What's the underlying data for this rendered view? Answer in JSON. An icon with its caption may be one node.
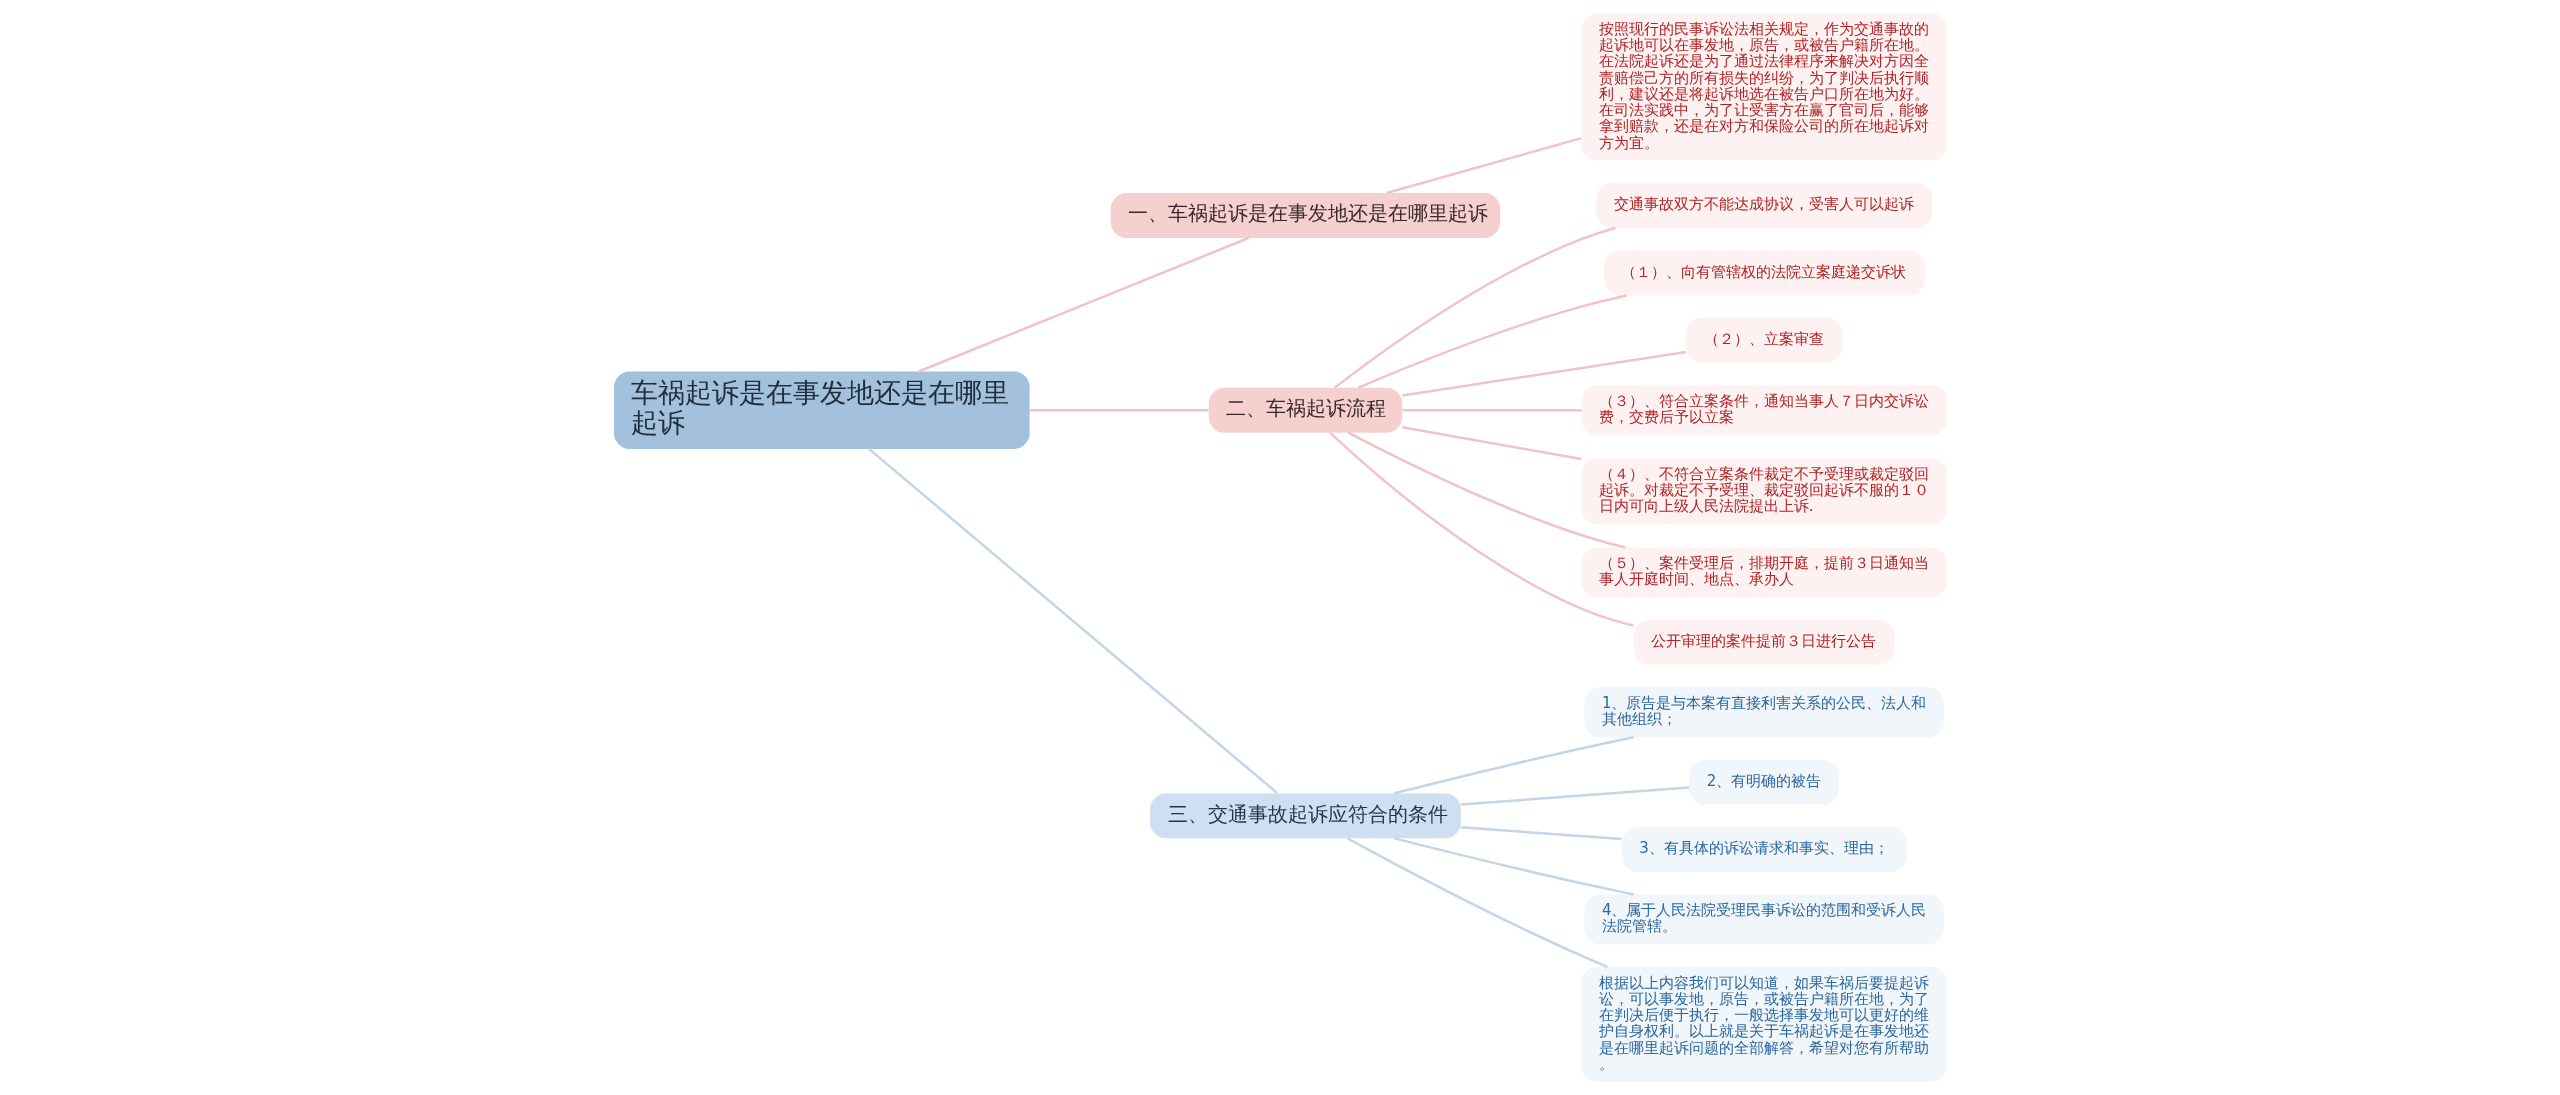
{
  "diagram": {
    "nodes": [
      {
        "text": [
          "车祸起诉是在事发地还是在哪里起诉"
        ]
      },
      {
        "text": [
          "一、车祸起诉是在事发地还是在哪里起诉"
        ]
      },
      {
        "text": [
          "按照现行的民事诉讼法相关规定，作为交通事故的起诉地可以在事发地，原告，或被告户籍所在地。在法院起诉还是为了通过法律程序来解决对方因全责赔偿己方的所有损失的纠纷，为了判决后执行顺利，建议还是将起诉地选在被告户口所在地为好。在司法实践中，为了让受害方在赢了官司后，能够拿到赔款，还是在对方和保险公司的所在地起诉对方为宜。"
        ]
      },
      {
        "text": [
          "二、车祸起诉流程"
        ]
      },
      {
        "text": [
          "交通事故双方不能达成协议，受害人可以起诉"
        ]
      },
      {
        "text": [
          "（１）、向有管辖权的法院立案庭递交诉状"
        ]
      },
      {
        "text": [
          "（２）、立案审查"
        ]
      },
      {
        "text": [
          "（３）、符合立案条件，通知当事人７日内交诉讼费，交费后予以立案"
        ]
      },
      {
        "text": [
          "（４）、不符合立案条件裁定不予受理或裁定驳回起诉。对裁定不予受理、裁定驳回起诉不服的１０日内可向上级人民法院提出上诉."
        ]
      },
      {
        "text": [
          "（５）、案件受理后，排期开庭，提前３日通知当事人开庭时间、地点、承办人"
        ]
      },
      {
        "text": [
          "公开审理的案件提前３日进行公告"
        ]
      },
      {
        "text": [
          "三、交通事故起诉应符合的条件"
        ]
      },
      {
        "text": [
          "1、原告是与本案有直接利害关系的公民、法人和其他组织；"
        ]
      },
      {
        "text": [
          "2、有明确的被告"
        ]
      },
      {
        "text": [
          "3、有具体的诉讼请求和事实、理由；"
        ]
      },
      {
        "text": [
          "4、属于人民法院受理民事诉讼的范围和受诉人民法院管辖。"
        ]
      },
      {
        "text": [
          "根据以上内容我们可以知道，如果车祸后要提起诉讼，可以事发地，原告，或被告户籍所在地，为了在判决后便于执行，一般选择事发地可以更好的维护自身权利。以上就是关于车祸起诉是在事发地还是在哪里起诉问题的全部解答，希望对您有所帮助。"
        ]
      }
    ],
    "edges": [
      {
        "from": 0,
        "to": 1,
        "arrow": "none"
      },
      {
        "from": 1,
        "to": 2,
        "arrow": "none"
      },
      {
        "from": 0,
        "to": 3,
        "arrow": "none"
      },
      {
        "from": 3,
        "to": 4,
        "arrow": "none"
      },
      {
        "from": 3,
        "to": 5,
        "arrow": "none"
      },
      {
        "from": 3,
        "to": 6,
        "arrow": "none"
      },
      {
        "from": 3,
        "to": 7,
        "arrow": "none"
      },
      {
        "from": 3,
        "to": 8,
        "arrow": "none"
      },
      {
        "from": 3,
        "to": 9,
        "arrow": "none"
      },
      {
        "from": 3,
        "to": 10,
        "arrow": "none"
      },
      {
        "from": 0,
        "to": 11,
        "arrow": "none",
        "color": "#c3d6e8"
      },
      {
        "from": 11,
        "to": 12,
        "arrow": "none",
        "color": "#c3d6e8"
      },
      {
        "from": 11,
        "to": 13,
        "arrow": "none",
        "color": "#c3d6e8"
      },
      {
        "from": 11,
        "to": 14,
        "arrow": "none",
        "color": "#c3d6e8"
      },
      {
        "from": 11,
        "to": 15,
        "arrow": "none",
        "color": "#c3d6e8"
      },
      {
        "from": 11,
        "to": 16,
        "arrow": "none",
        "color": "#c3d6e8"
      }
    ]
  }
}
